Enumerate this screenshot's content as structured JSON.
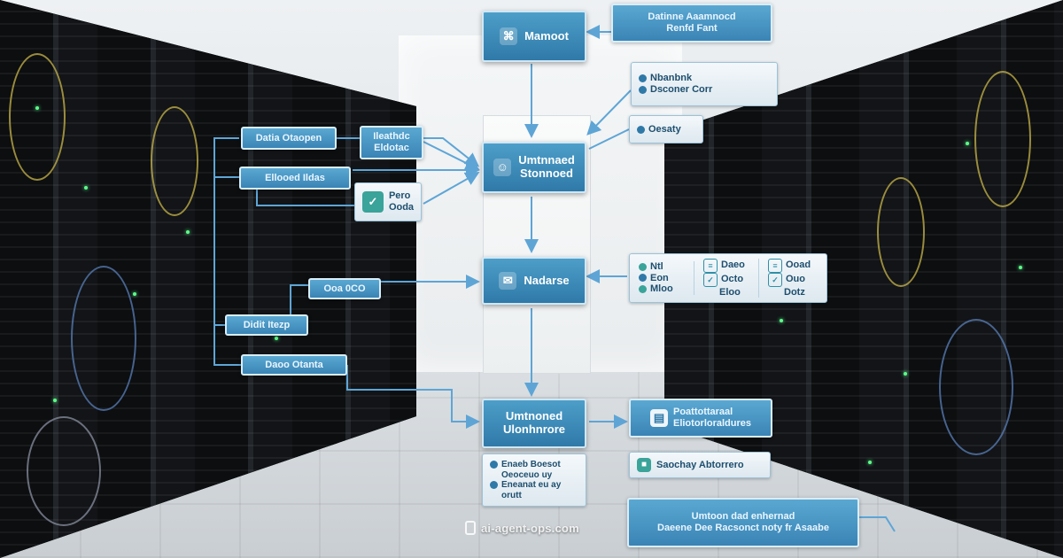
{
  "diagram": {
    "top_main": {
      "icon": "network-icon",
      "label": "Mamoot"
    },
    "top_note": {
      "line1": "Datinne Aaamnocd",
      "line2": "Renfd Fant"
    },
    "right_note_a": {
      "line1": "Nbanbnk",
      "line2": "Dsconer Corr"
    },
    "right_note_b": {
      "label": "Oesaty"
    },
    "center_main": {
      "icon": "user-icon",
      "line1": "Umtnnaed",
      "line2": "Stonnoed"
    },
    "left_a": {
      "label": "Datia Otaopen"
    },
    "left_b": {
      "line1": "Ileathdc",
      "line2": "Eldotac"
    },
    "left_c": {
      "label": "Ellooed Ildas"
    },
    "left_d": {
      "line1": "Pero",
      "line2": "Ooda"
    },
    "mid_main": {
      "icon": "chat-icon",
      "label": "Nadarse"
    },
    "mid_left": {
      "label": "Ooa 0CO"
    },
    "right_cards": [
      {
        "lines": [
          "Ntl",
          "Eon",
          "Mloo"
        ]
      },
      {
        "lines": [
          "Daeo",
          "Octo",
          "Eloo"
        ]
      },
      {
        "lines": [
          "Ooad",
          "Ouo",
          "Dotz"
        ]
      }
    ],
    "left_e": {
      "label": "Didit Itezp"
    },
    "left_f": {
      "label": "Daoo Otanta"
    },
    "bottom_main": {
      "line1": "Umtnoned",
      "line2": "Ulonhnrore"
    },
    "bottom_list": [
      "Enaeb Boesot",
      "Oeoceuo uy",
      "Eneanat eu ay",
      "orutt"
    ],
    "right_table": {
      "line1": "Poattottaraal",
      "line2": "Eliotorloraldures"
    },
    "right_sec": {
      "label": "Saochay Abtorrero"
    },
    "bottom_right": {
      "line1": "Umtoon dad enhernad",
      "line2": "Daeene Dee Racsonct noty fr Asaabe"
    }
  },
  "watermark": "ai-agent-ops.com",
  "colors": {
    "node_blue": "#2f79a8",
    "node_light": "#4d9ec9",
    "line_blue": "#5ea5d6",
    "accent_teal": "#3aa39a"
  }
}
